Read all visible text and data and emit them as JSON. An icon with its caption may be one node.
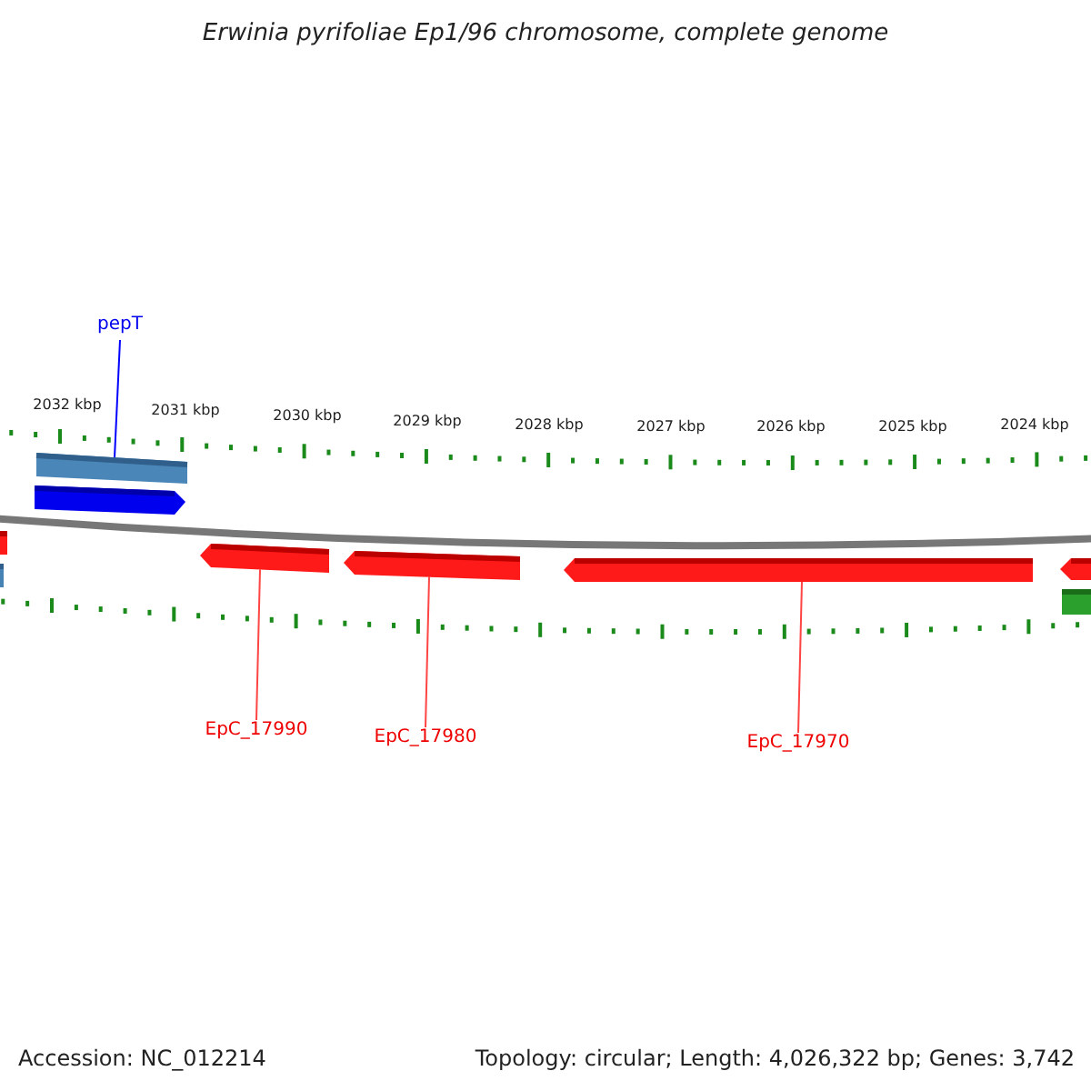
{
  "diagram": {
    "title": "Erwinia pyrifoliae Ep1/96 chromosome, complete genome",
    "nodes": [
      {
        "text": [
          "pepT"
        ]
      },
      {
        "text": [],
        "shape": "bar"
      },
      {
        "text": [],
        "shape": "arrow"
      },
      {
        "text": [],
        "shape": "arrow"
      },
      {
        "text": [],
        "shape": "arrow"
      },
      {
        "text": [
          "EpC_17990"
        ]
      },
      {
        "text": [
          "EpC_17980"
        ]
      },
      {
        "text": [
          "EpC_17970"
        ]
      }
    ],
    "edges": [
      {
        "from": 0,
        "to": 1,
        "arrow": "none",
        "color": "#0000ff"
      },
      {
        "from": 5,
        "to": 2,
        "arrow": "none"
      },
      {
        "from": 6,
        "to": 3,
        "arrow": "none"
      },
      {
        "from": 7,
        "to": 4,
        "arrow": "none"
      }
    ],
    "labels": [
      "2032 kbp",
      "2031 kbp",
      "2030 kbp",
      "2029 kbp",
      "2028 kbp",
      "2027 kbp",
      "2026 kbp",
      "2025 kbp",
      "2024 kbp",
      "Accession: NC_012214",
      "Topology: circular; Length: 4,026,322 bp; Genes: 3,742"
    ]
  }
}
